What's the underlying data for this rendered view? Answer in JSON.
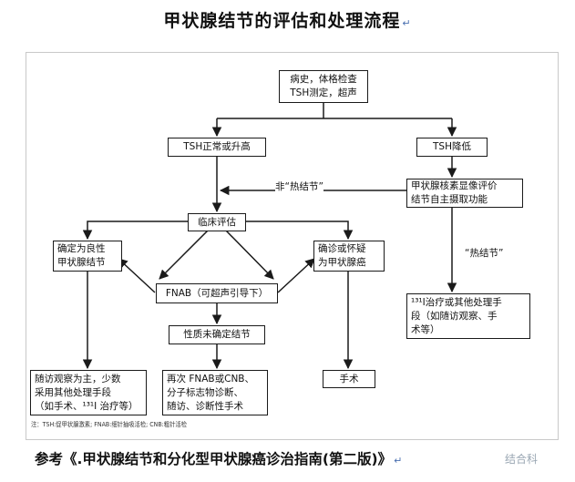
{
  "title": "甲状腺结节的评估和处理流程",
  "return_mark": "↵",
  "boxes": {
    "history": "病史，体格检查\nTSH测定，超声",
    "tsh_normal": "TSH正常或升高",
    "tsh_low": "TSH降低",
    "nuclide": "甲状腺核素显像评价\n结节自主摄取功能",
    "clinical": "临床评估",
    "benign": "确定为良性\n甲状腺结节",
    "suspect": "确诊或怀疑\n为甲状腺癌",
    "fnab": "FNAB（可超声引导下）",
    "uncertain": "性质未确定结节",
    "followup": "随访观察为主，少数\n采用其他处理手段\n（如手术、¹³¹I 治疗等）",
    "refnab": "再次 FNAB或CNB、\n分子标志物诊断、\n随访、诊断性手术",
    "surgery": "手术",
    "i131": "¹³¹I治疗或其他处理手\n段（如随访观察、手\n术等）"
  },
  "labels": {
    "non_hot": "非“热结节”",
    "hot": "“热结节”"
  },
  "footnote": "注：TSH:促甲状腺激素; FNAB:细针抽吸活检; CNB:粗针活检",
  "reference": "参考《.甲状腺结节和分化型甲状腺癌诊治指南(第二版)》",
  "watermark": "结合科"
}
